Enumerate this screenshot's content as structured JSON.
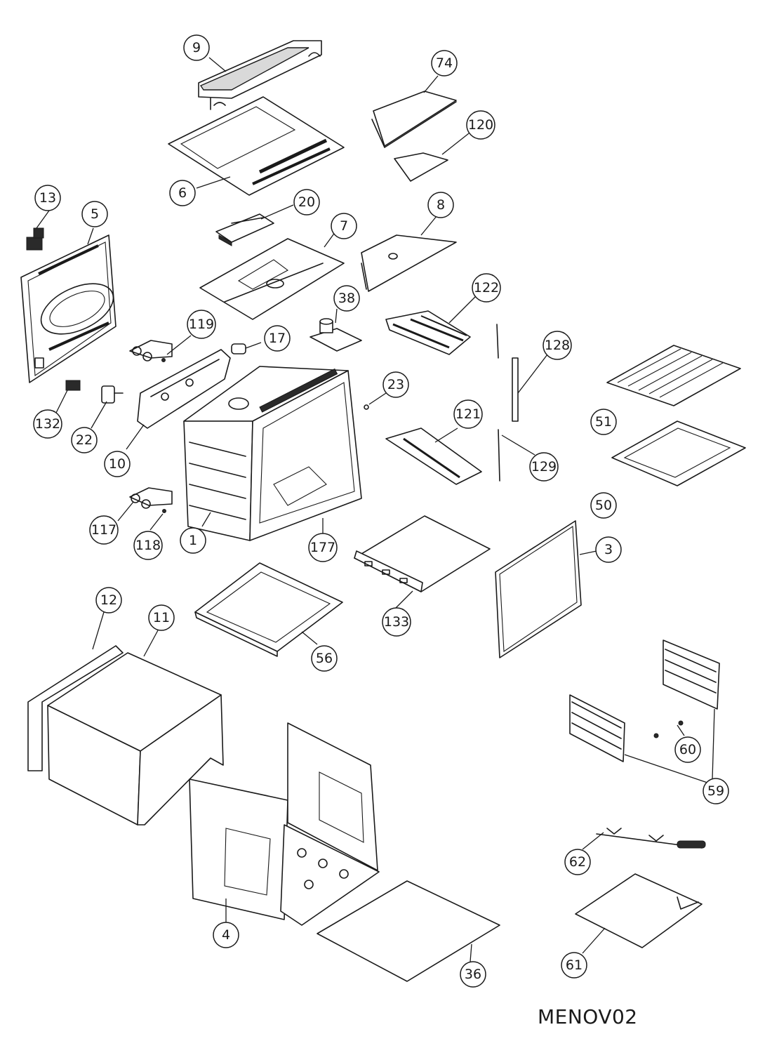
{
  "diagram": {
    "code": "MENOV02",
    "callouts": [
      "9",
      "74",
      "120",
      "6",
      "13",
      "5",
      "20",
      "7",
      "8",
      "122",
      "38",
      "119",
      "17",
      "128",
      "23",
      "51",
      "132",
      "22",
      "121",
      "10",
      "129",
      "50",
      "117",
      "118",
      "1",
      "177",
      "3",
      "12",
      "11",
      "56",
      "133",
      "60",
      "59",
      "62",
      "4",
      "36",
      "61"
    ]
  }
}
